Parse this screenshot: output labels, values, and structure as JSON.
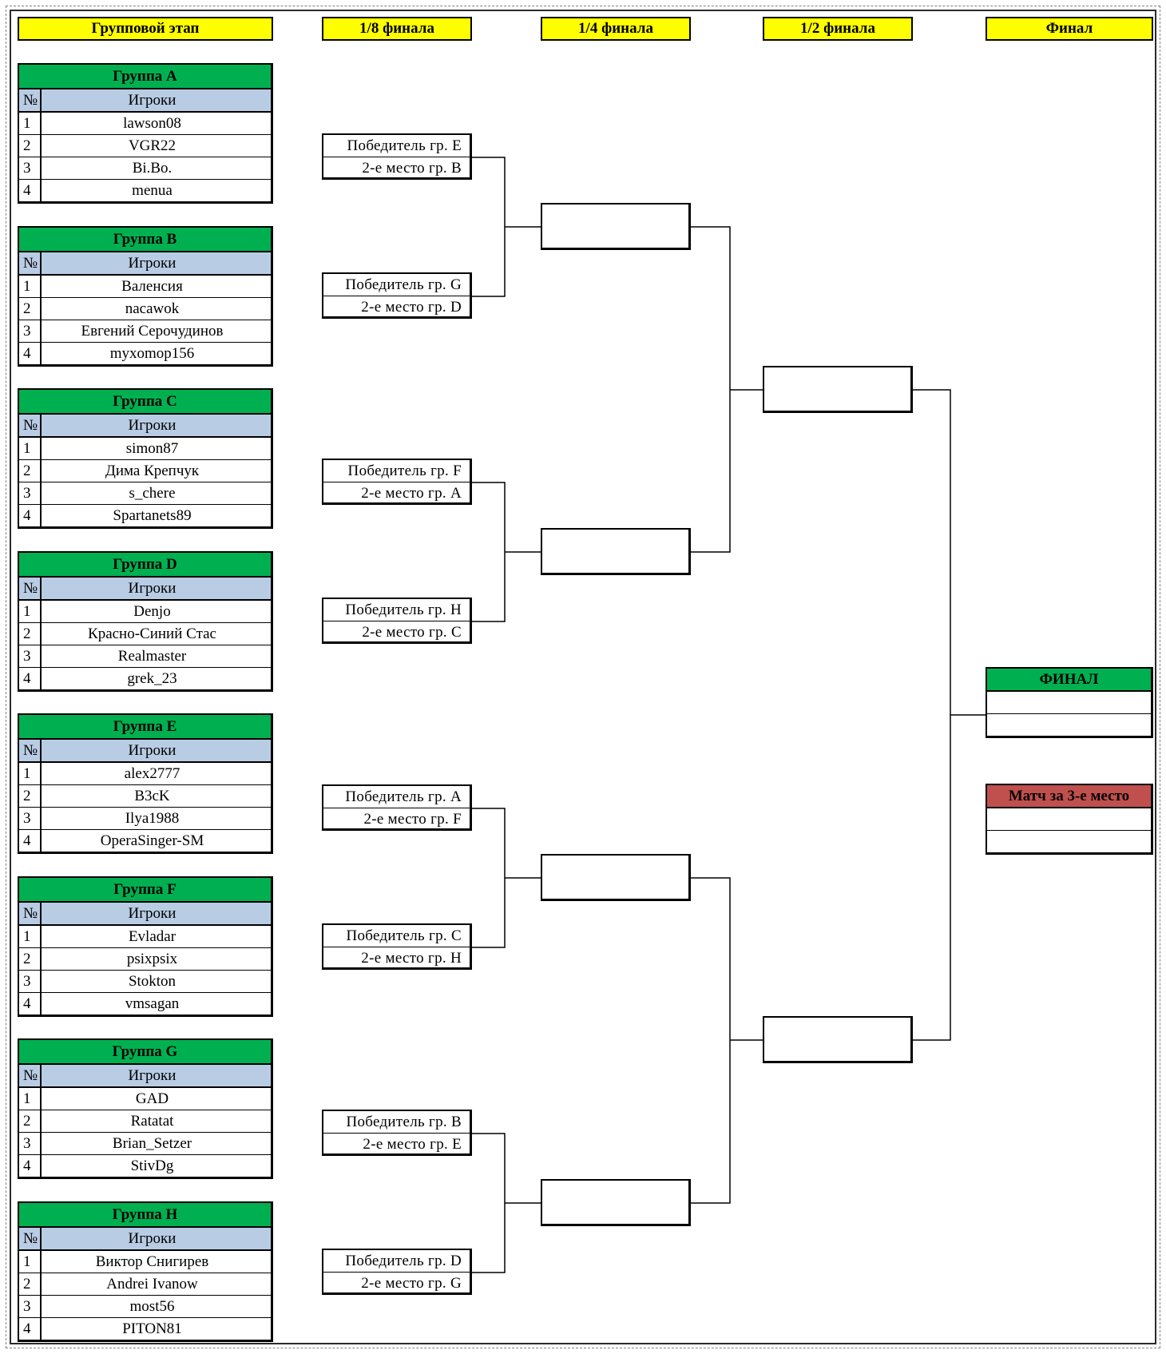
{
  "headers": {
    "group_stage": "Групповой этап",
    "round_of_16": "1/8 финала",
    "quarterfinals": "1/4 финала",
    "semifinals": "1/2 финала",
    "final": "Финал"
  },
  "group_table": {
    "num_header": "№",
    "players_header": "Игроки"
  },
  "groups": [
    {
      "title": "Группа A",
      "players": [
        "lawson08",
        "VGR22",
        "Bi.Bo.",
        "menua"
      ]
    },
    {
      "title": "Группа B",
      "players": [
        "Валенсия",
        "nacawok",
        "Евгений Серочудинов",
        "myxomop156"
      ]
    },
    {
      "title": "Группа C",
      "players": [
        "simon87",
        "Дима Крепчук",
        "s_chere",
        "Spartanets89"
      ]
    },
    {
      "title": "Группа D",
      "players": [
        "Denjo",
        "Красно-Синий Стас",
        "Realmaster",
        "grek_23"
      ]
    },
    {
      "title": "Группа E",
      "players": [
        "alex2777",
        "B3cK",
        "Ilya1988",
        "OperaSinger-SM"
      ]
    },
    {
      "title": "Группа F",
      "players": [
        "Evladar",
        "psixpsix",
        "Stokton",
        "vmsagan"
      ]
    },
    {
      "title": "Группа G",
      "players": [
        "GAD",
        "Ratatat",
        "Brian_Setzer",
        "StivDg"
      ]
    },
    {
      "title": "Группа H",
      "players": [
        "Виктор Снигирев",
        "Andrei Ivanow",
        "most56",
        "PITON81"
      ]
    }
  ],
  "round_of_16": [
    {
      "top": "Победитель гр. E",
      "bottom": "2-е место  гр. B"
    },
    {
      "top": "Победитель гр. G",
      "bottom": "2-е место  гр. D"
    },
    {
      "top": "Победитель гр. F",
      "bottom": "2-е место  гр. A"
    },
    {
      "top": "Победитель гр. H",
      "bottom": "2-е место  гр. C"
    },
    {
      "top": "Победитель гр. A",
      "bottom": "2-е место  гр. F"
    },
    {
      "top": "Победитель гр. C",
      "bottom": "2-е место  гр. H"
    },
    {
      "top": "Победитель гр. B",
      "bottom": "2-е место  гр. E"
    },
    {
      "top": "Победитель гр. D",
      "bottom": "2-е место  гр. G"
    }
  ],
  "final_box": {
    "title": "ФИНАЛ",
    "color": "#00b050"
  },
  "third_place_box": {
    "title": "Матч за 3-е место",
    "color": "#c0504d"
  },
  "colors": {
    "header_bg": "#ffff00",
    "group_title_bg": "#00b050",
    "group_header_bg": "#b8cce4"
  }
}
